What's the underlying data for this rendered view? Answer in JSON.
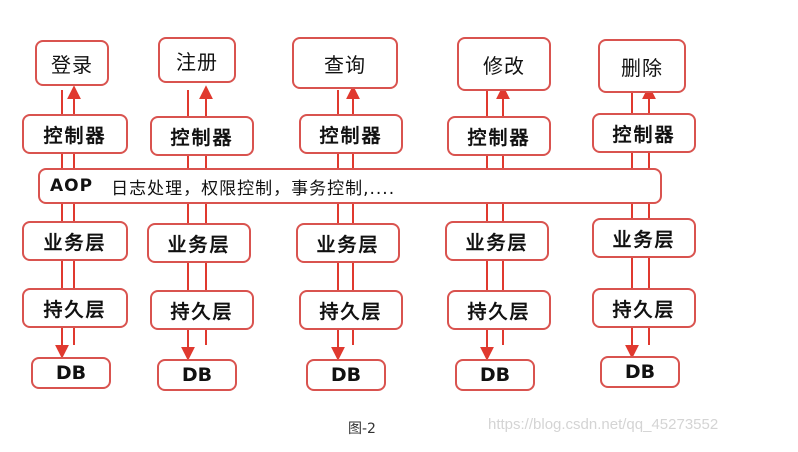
{
  "columns": [
    {
      "action": "登录",
      "controller": "控制器",
      "service": "业务层",
      "persistence": "持久层",
      "db": "DB"
    },
    {
      "action": "注册",
      "controller": "控制器",
      "service": "业务层",
      "persistence": "持久层",
      "db": "DB"
    },
    {
      "action": "查询",
      "controller": "控制器",
      "service": "业务层",
      "persistence": "持久层",
      "db": "DB"
    },
    {
      "action": "修改",
      "controller": "控制器",
      "service": "业务层",
      "persistence": "持久层",
      "db": "DB"
    },
    {
      "action": "删除",
      "controller": "控制器",
      "service": "业务层",
      "persistence": "持久层",
      "db": "DB"
    }
  ],
  "aop": {
    "name": "AOP",
    "description": "日志处理，权限控制，事务控制,...."
  },
  "caption": "图-2",
  "watermark": "https://blog.csdn.net/qq_45273552",
  "colors": {
    "border": "#d9534f",
    "arrow": "#e0392f"
  }
}
